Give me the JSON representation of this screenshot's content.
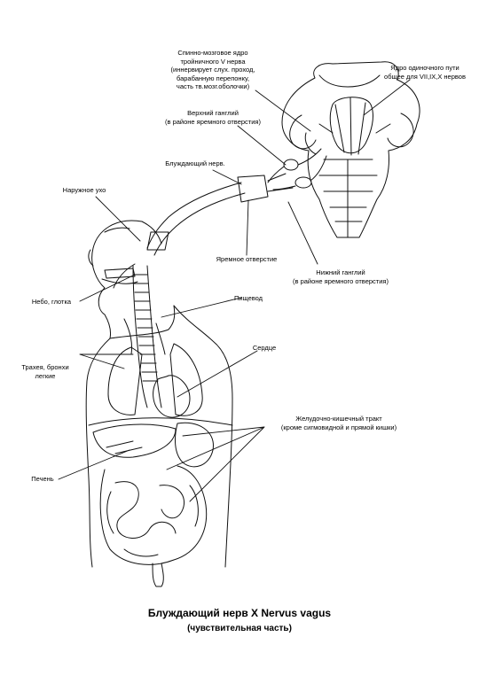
{
  "labels": {
    "trigeminal_nucleus": [
      "Спинно-мозговое ядро",
      "тройничного V нерва",
      "(иннервирует слух. проход,",
      "барабанную перепонку,",
      "часть тв.мозг.оболочки)"
    ],
    "solitary_nucleus": [
      "Ядро одиночного пути",
      "общее для VII,IX,X нервов"
    ],
    "superior_ganglion": [
      "Верхний ганглий",
      "(в районе яремного отверстия)"
    ],
    "vagus_nerve": "Блуждающий нерв.",
    "external_ear": "Наружное ухо",
    "jugular_foramen": "Яремное отверстие",
    "inferior_ganglion": [
      "Нижний ганглий",
      "(в районе яремного отверстия)"
    ],
    "palate_pharynx": "Небо, глотка",
    "esophagus": "Пищевод",
    "heart": "Сердце",
    "trachea_bronchi_lungs": [
      "Трахея, бронхи",
      "легкие"
    ],
    "gi_tract": [
      "Желудочно-кишечный тракт",
      "(кроме сигмовидной и прямой кишки)"
    ],
    "liver": "Печень"
  },
  "title": "Блуждающий нерв X Nervus vagus",
  "subtitle": "(чувствительная часть)"
}
